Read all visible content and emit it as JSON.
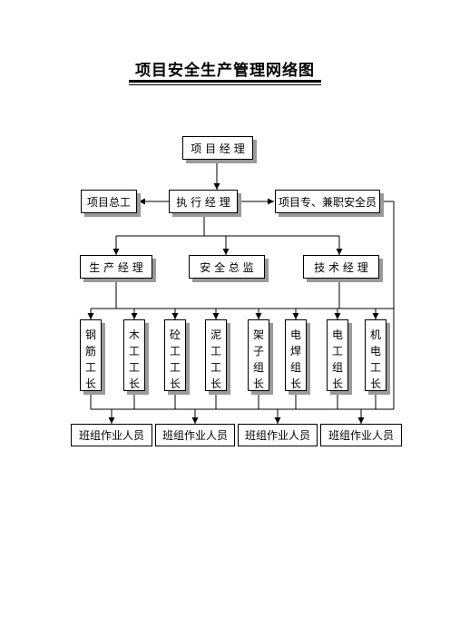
{
  "title": "项目安全生产管理网络图",
  "nodes": {
    "project_manager": "项 目 经 理",
    "chief_engineer": "项目总工",
    "executive_manager": "执 行 经 理",
    "safety_officer": "项目专、兼职安全员",
    "production_manager": "生 产 经 理",
    "safety_director": "安 全 总 监",
    "technical_manager": "技 术 经 理"
  },
  "foremen": [
    [
      "钢",
      "筋",
      "工",
      "长"
    ],
    [
      "木",
      "工",
      "工",
      "长"
    ],
    [
      "砼",
      "工",
      "工",
      "长"
    ],
    [
      "泥",
      "工",
      "工",
      "长"
    ],
    [
      "架",
      "子",
      "组",
      "长"
    ],
    [
      "电",
      "焊",
      "组",
      "长"
    ],
    [
      "电",
      "工",
      "组",
      "长"
    ],
    [
      "机",
      "电",
      "工",
      "长"
    ]
  ],
  "teams": [
    "班组作业人员",
    "班组作业人员",
    "班组作业人员",
    "班组作业人员"
  ]
}
